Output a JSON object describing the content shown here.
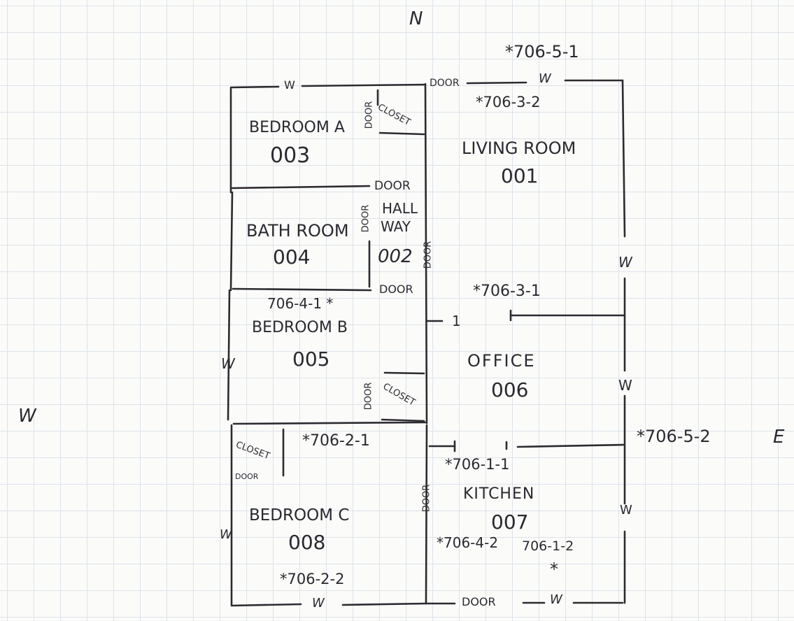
{
  "compass": {
    "north": "N",
    "west": "W",
    "east": "E"
  },
  "rooms": {
    "bedroom_a": {
      "name": "BEDROOM A",
      "number": "003"
    },
    "living_room": {
      "name": "LIVING ROOM",
      "number": "001"
    },
    "bathroom": {
      "name": "BATH ROOM",
      "number": "004"
    },
    "hallway": {
      "name_line1": "HALL",
      "name_line2": "WAY",
      "number": "002"
    },
    "bedroom_b": {
      "name": "BEDROOM B",
      "number": "005"
    },
    "office": {
      "name": "OFFICE",
      "number": "006"
    },
    "kitchen": {
      "name": "KITCHEN",
      "number": "007"
    },
    "bedroom_c": {
      "name": "BEDROOM C",
      "number": "008"
    }
  },
  "closets": {
    "bedroom_a": "CLOSET",
    "bedroom_b": "CLOSET",
    "bedroom_c": "CLOSET"
  },
  "doors": {
    "living_top": "DOOR",
    "bedroom_a": "DOOR",
    "bathroom_top": "DOOR",
    "bathroom_side": "DOOR",
    "hall_right": "DOOR",
    "hall_bottom": "DOOR",
    "bedroom_b_closet": "DOOR",
    "bedroom_c_closet": "DOOR",
    "kitchen_left": "DOOR",
    "kitchen_bottom": "DOOR"
  },
  "wall_marks": {
    "top_left": "W",
    "top_right": "W",
    "left": "W",
    "left_lower": "W",
    "right_upper": "W",
    "right_middle": "W",
    "right_lower": "W",
    "bottom_left": "W",
    "bottom_right": "W"
  },
  "points": {
    "p_706_5_1": "*706-5-1",
    "p_706_3_2": "*706-3-2",
    "p_706_3_1": "*706-3-1",
    "p_706_4_1": "706-4-1 *",
    "p_706_2_1": "*706-2-1",
    "p_706_5_2": "*706-5-2",
    "p_706_1_1": "*706-1-1",
    "p_706_4_2": "*706-4-2",
    "p_706_1_2": "706-1-2",
    "p_706_1_2_star": "*",
    "p_706_2_2": "*706-2-2"
  },
  "marks": {
    "office_tick": "1"
  }
}
